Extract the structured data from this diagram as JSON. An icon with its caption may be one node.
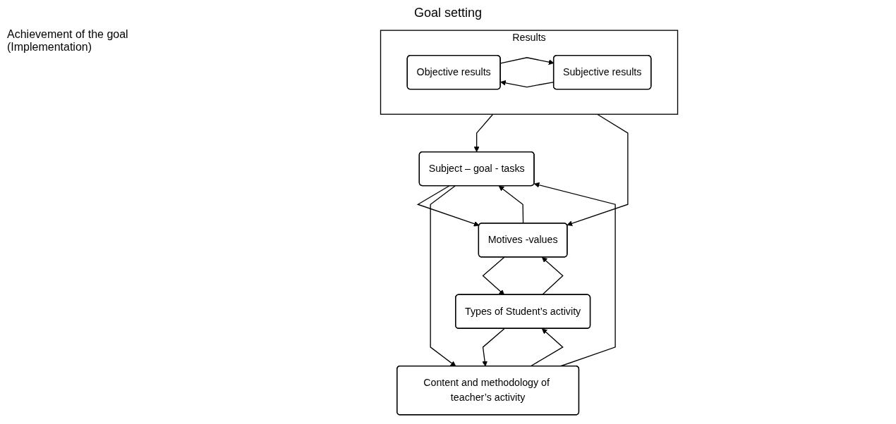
{
  "diagram": {
    "title": "Goal setting",
    "nodes": [
      {
        "text": [
          "Subject – goal - tasks"
        ]
      },
      {
        "text": [
          "Motives -values"
        ]
      },
      {
        "text": [
          "Content and methodology of teacher’s activity"
        ]
      },
      {
        "text": [
          "Types of Student’s activity"
        ]
      },
      {
        "text": [
          "Results"
        ]
      },
      {
        "text": [
          "Objective results"
        ],
        "in": 4
      },
      {
        "text": [
          "Subjective results"
        ],
        "in": 4
      }
    ],
    "edges": [
      {
        "from": 0,
        "to": 1,
        "arrow": "to"
      },
      {
        "from": 1,
        "to": 0,
        "arrow": "to"
      },
      {
        "from": 2,
        "to": 0,
        "arrow": "to"
      },
      {
        "from": 0,
        "to": 2,
        "arrow": "to"
      },
      {
        "from": 3,
        "to": 1,
        "arrow": "to"
      },
      {
        "from": 1,
        "to": 3,
        "arrow": "to"
      },
      {
        "from": 3,
        "to": 2,
        "arrow": "to"
      },
      {
        "from": 2,
        "to": 3,
        "arrow": "to"
      },
      {
        "from": 5,
        "to": 6,
        "arrow": "to"
      },
      {
        "from": 6,
        "to": 5,
        "arrow": "to"
      },
      {
        "from": 4,
        "to": 0,
        "arrow": "to"
      },
      {
        "from": 4,
        "to": 1,
        "arrow": "to"
      }
    ],
    "labels": [
      "Achievement of the goal (Implementation)"
    ]
  }
}
